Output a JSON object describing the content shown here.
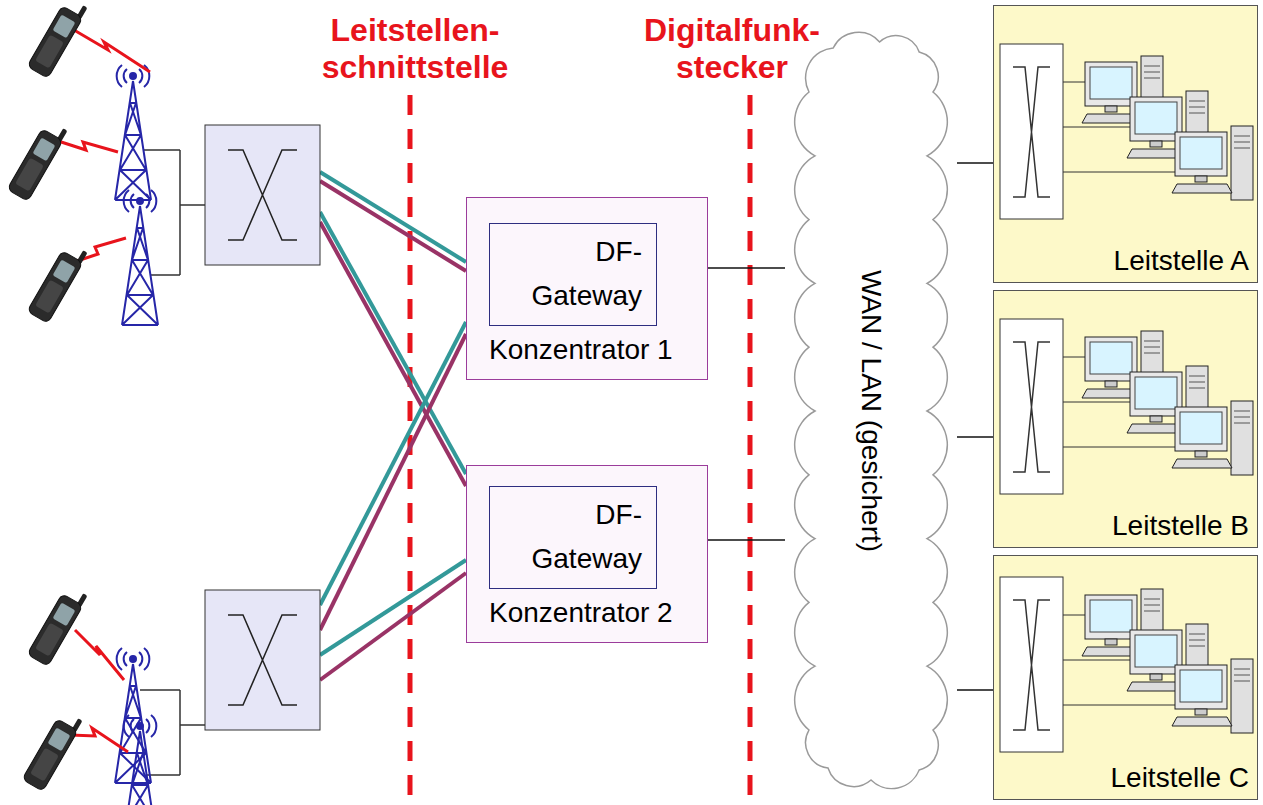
{
  "diagram": {
    "nodes": [
      {
        "text": [
          "Konzentrator 1"
        ]
      },
      {
        "text": [
          "DF- Gateway"
        ],
        "in": 0
      },
      {
        "text": [
          "Konzentrator 2"
        ]
      },
      {
        "text": [
          "DF- Gateway"
        ],
        "in": 2
      },
      {
        "text": [
          "WAN / LAN (gesichert)"
        ]
      },
      {
        "text": [
          "Leitstelle A"
        ]
      },
      {
        "text": [
          "Leitstelle B"
        ]
      },
      {
        "text": [
          "Leitstelle C"
        ]
      }
    ],
    "edges": [
      {
        "from": 0,
        "to": 4,
        "arrow": "none"
      },
      {
        "from": 2,
        "to": 4,
        "arrow": "none"
      },
      {
        "from": 4,
        "to": 5,
        "arrow": "none"
      },
      {
        "from": 4,
        "to": 6,
        "arrow": "none"
      },
      {
        "from": 4,
        "to": 7,
        "arrow": "none"
      }
    ],
    "labels": [
      "Leitstellen- schnittstelle",
      "Digitalfunk- stecker"
    ]
  }
}
